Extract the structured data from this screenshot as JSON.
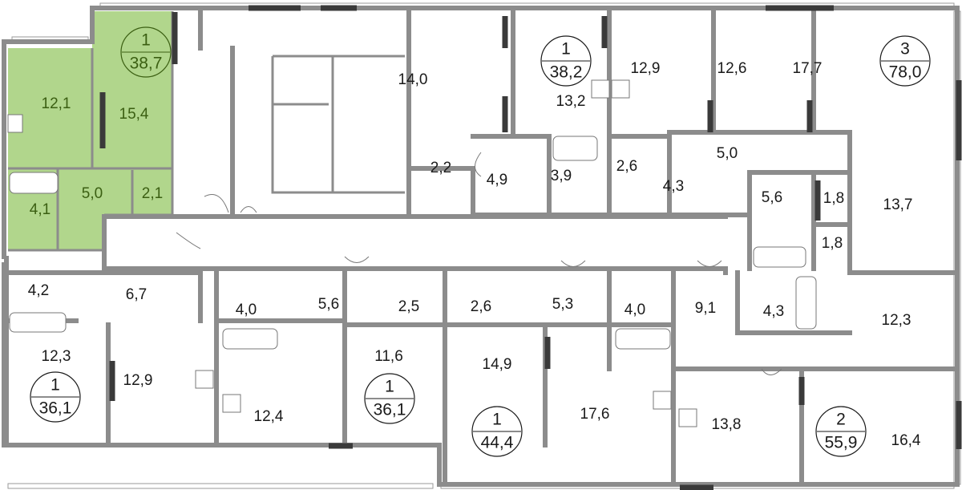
{
  "highlight_color": "#b1d68c",
  "apartments": [
    {
      "id": "apt-1-38-7",
      "rooms_count": "1",
      "total_area": "38,7",
      "highlighted": true,
      "rooms": [
        "12,1",
        "15,4",
        "4,1",
        "5,0",
        "2,1"
      ]
    },
    {
      "id": "apt-1-38-2",
      "rooms_count": "1",
      "total_area": "38,2",
      "highlighted": false,
      "rooms": [
        "14,0",
        "2,2",
        "4,9",
        "13,2",
        "3,9"
      ]
    },
    {
      "id": "apt-3-78-0",
      "rooms_count": "3",
      "total_area": "78,0",
      "highlighted": false,
      "rooms": [
        "12,9",
        "12,6",
        "17,7",
        "2,6",
        "4,3",
        "5,0",
        "5,6",
        "1,8",
        "1,8",
        "13,7"
      ]
    },
    {
      "id": "apt-1-36-1-left",
      "rooms_count": "1",
      "total_area": "36,1",
      "highlighted": false,
      "rooms": [
        "4,2",
        "6,7",
        "12,3",
        "12,9"
      ]
    },
    {
      "id": "apt-1-36-1-mid",
      "rooms_count": "1",
      "total_area": "36,1",
      "highlighted": false,
      "rooms": [
        "4,0",
        "5,6",
        "2,5",
        "11,6",
        "12,4"
      ]
    },
    {
      "id": "apt-1-44-4",
      "rooms_count": "1",
      "total_area": "44,4",
      "highlighted": false,
      "rooms": [
        "2,6",
        "5,3",
        "4,0",
        "14,9",
        "17,6"
      ]
    },
    {
      "id": "apt-2-55-9",
      "rooms_count": "2",
      "total_area": "55,9",
      "highlighted": false,
      "rooms": [
        "9,1",
        "4,3",
        "12,3",
        "13,8",
        "16,4"
      ]
    }
  ]
}
